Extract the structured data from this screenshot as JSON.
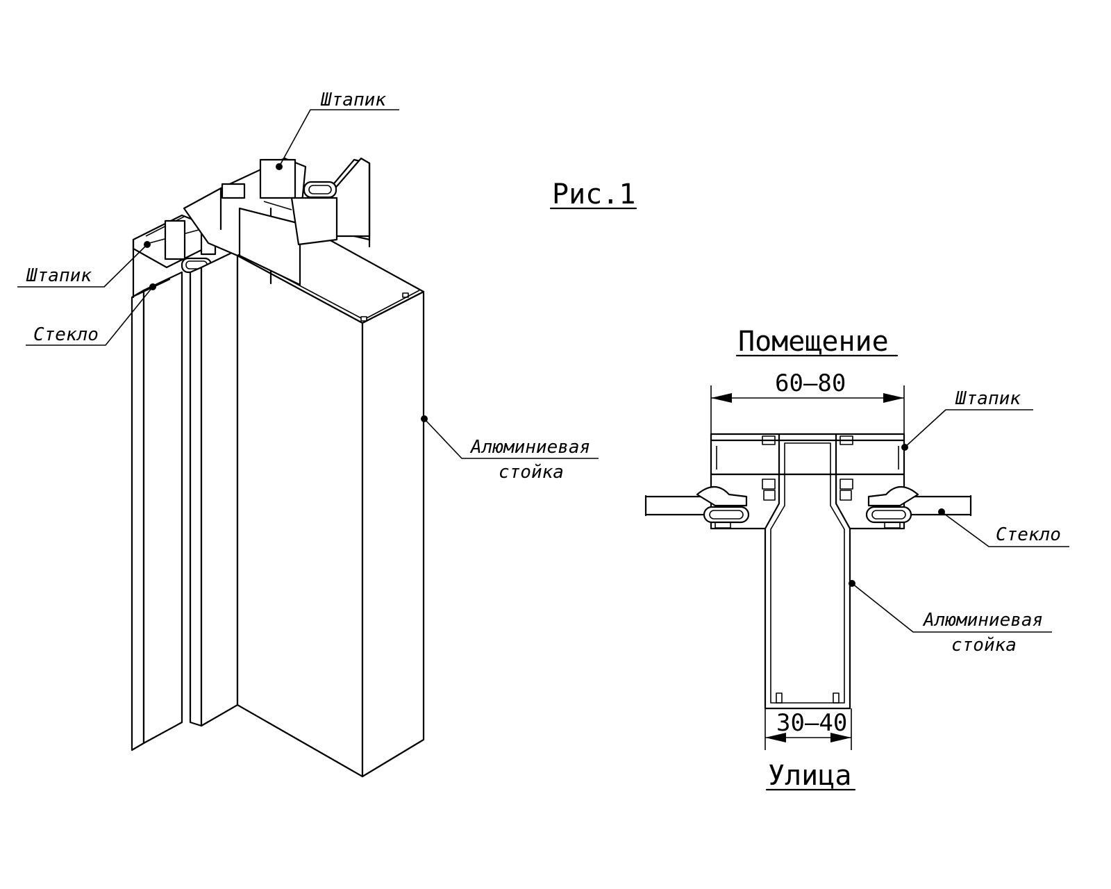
{
  "figure": {
    "title": "Рис.1"
  },
  "isometric_view": {
    "labels": {
      "bead_top": "Штапик",
      "bead_left": "Штапик",
      "glass": "Стекло",
      "mullion_line1": "Алюминиевая",
      "mullion_line2": "стойка"
    }
  },
  "section_view": {
    "room_label": "Помещение",
    "street_label": "Улица",
    "width_dimension": "60–80",
    "depth_dimension": "30–40",
    "labels": {
      "bead": "Штапик",
      "glass": "Стекло",
      "mullion_line1": "Алюминиевая",
      "mullion_line2": "стойка"
    }
  }
}
